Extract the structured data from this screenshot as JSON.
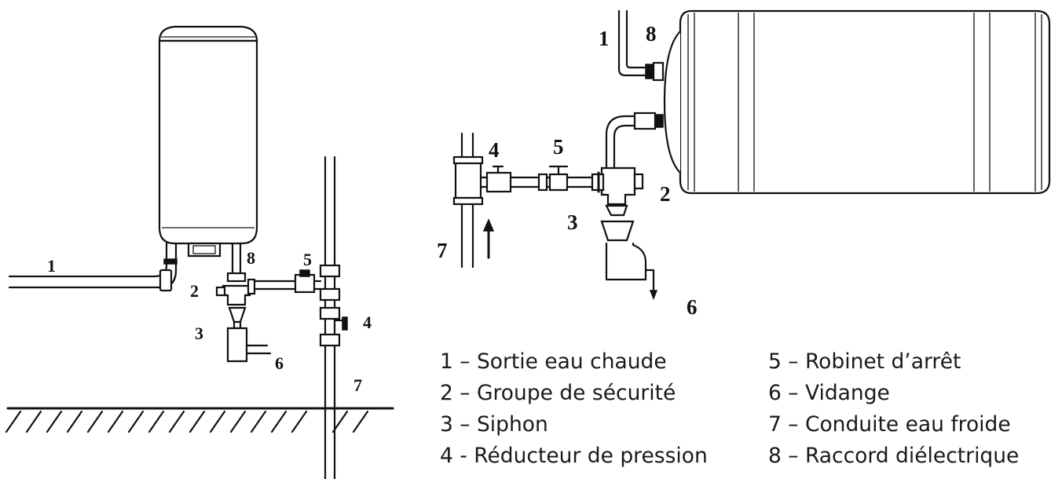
{
  "figure": {
    "left_callouts": [
      "1",
      "2",
      "3",
      "4",
      "5",
      "6",
      "7",
      "8"
    ],
    "right_callouts": [
      "1",
      "2",
      "3",
      "4",
      "5",
      "6",
      "7",
      "8"
    ]
  },
  "legend": {
    "items": [
      "1 – Sortie eau chaude",
      "5 – Robinet d’arrêt",
      "2 – Groupe de sécurité",
      "6 – Vidange",
      "3 – Siphon",
      "7 – Conduite eau froide",
      "4 - Réducteur de pression",
      "8 – Raccord diélectrique"
    ]
  }
}
